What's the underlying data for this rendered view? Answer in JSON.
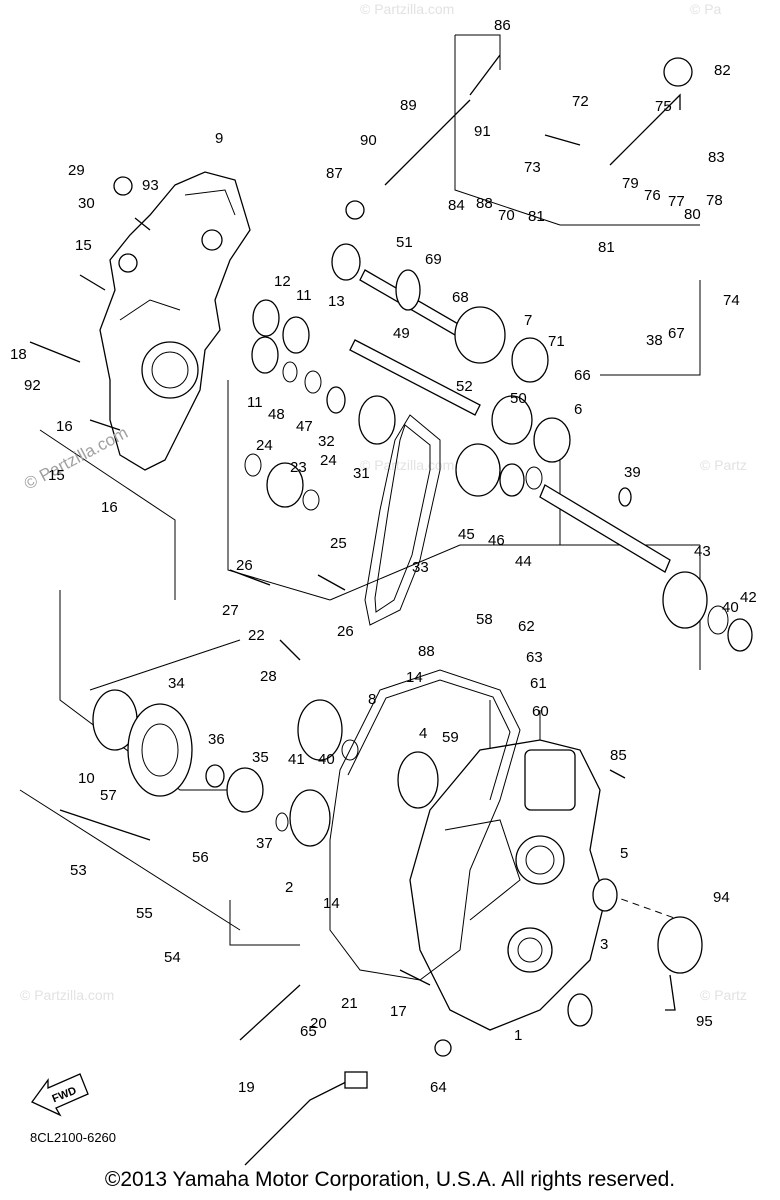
{
  "watermark": "© Partzilla.com",
  "fwd_label": "FWD",
  "diagram_code": "8CL2100-6260",
  "copyright": "©2013 Yamaha Motor Corporation, U.S.A. All rights reserved.",
  "callouts": [
    "1",
    "2",
    "3",
    "4",
    "5",
    "6",
    "7",
    "8",
    "9",
    "10",
    "11",
    "11",
    "12",
    "13",
    "14",
    "14",
    "15",
    "15",
    "16",
    "16",
    "17",
    "18",
    "19",
    "20",
    "21",
    "22",
    "23",
    "24",
    "24",
    "25",
    "26",
    "26",
    "27",
    "28",
    "29",
    "30",
    "31",
    "32",
    "33",
    "34",
    "35",
    "36",
    "37",
    "38",
    "39",
    "40",
    "40",
    "41",
    "42",
    "43",
    "44",
    "45",
    "46",
    "47",
    "48",
    "49",
    "50",
    "51",
    "52",
    "53",
    "54",
    "55",
    "56",
    "57",
    "58",
    "59",
    "60",
    "61",
    "62",
    "63",
    "64",
    "65",
    "66",
    "67",
    "68",
    "69",
    "70",
    "71",
    "72",
    "73",
    "74",
    "75",
    "76",
    "77",
    "78",
    "79",
    "80",
    "81",
    "81",
    "82",
    "83",
    "84",
    "85",
    "86",
    "87",
    "88",
    "88",
    "89",
    "90",
    "91",
    "92",
    "93",
    "94",
    "95"
  ]
}
